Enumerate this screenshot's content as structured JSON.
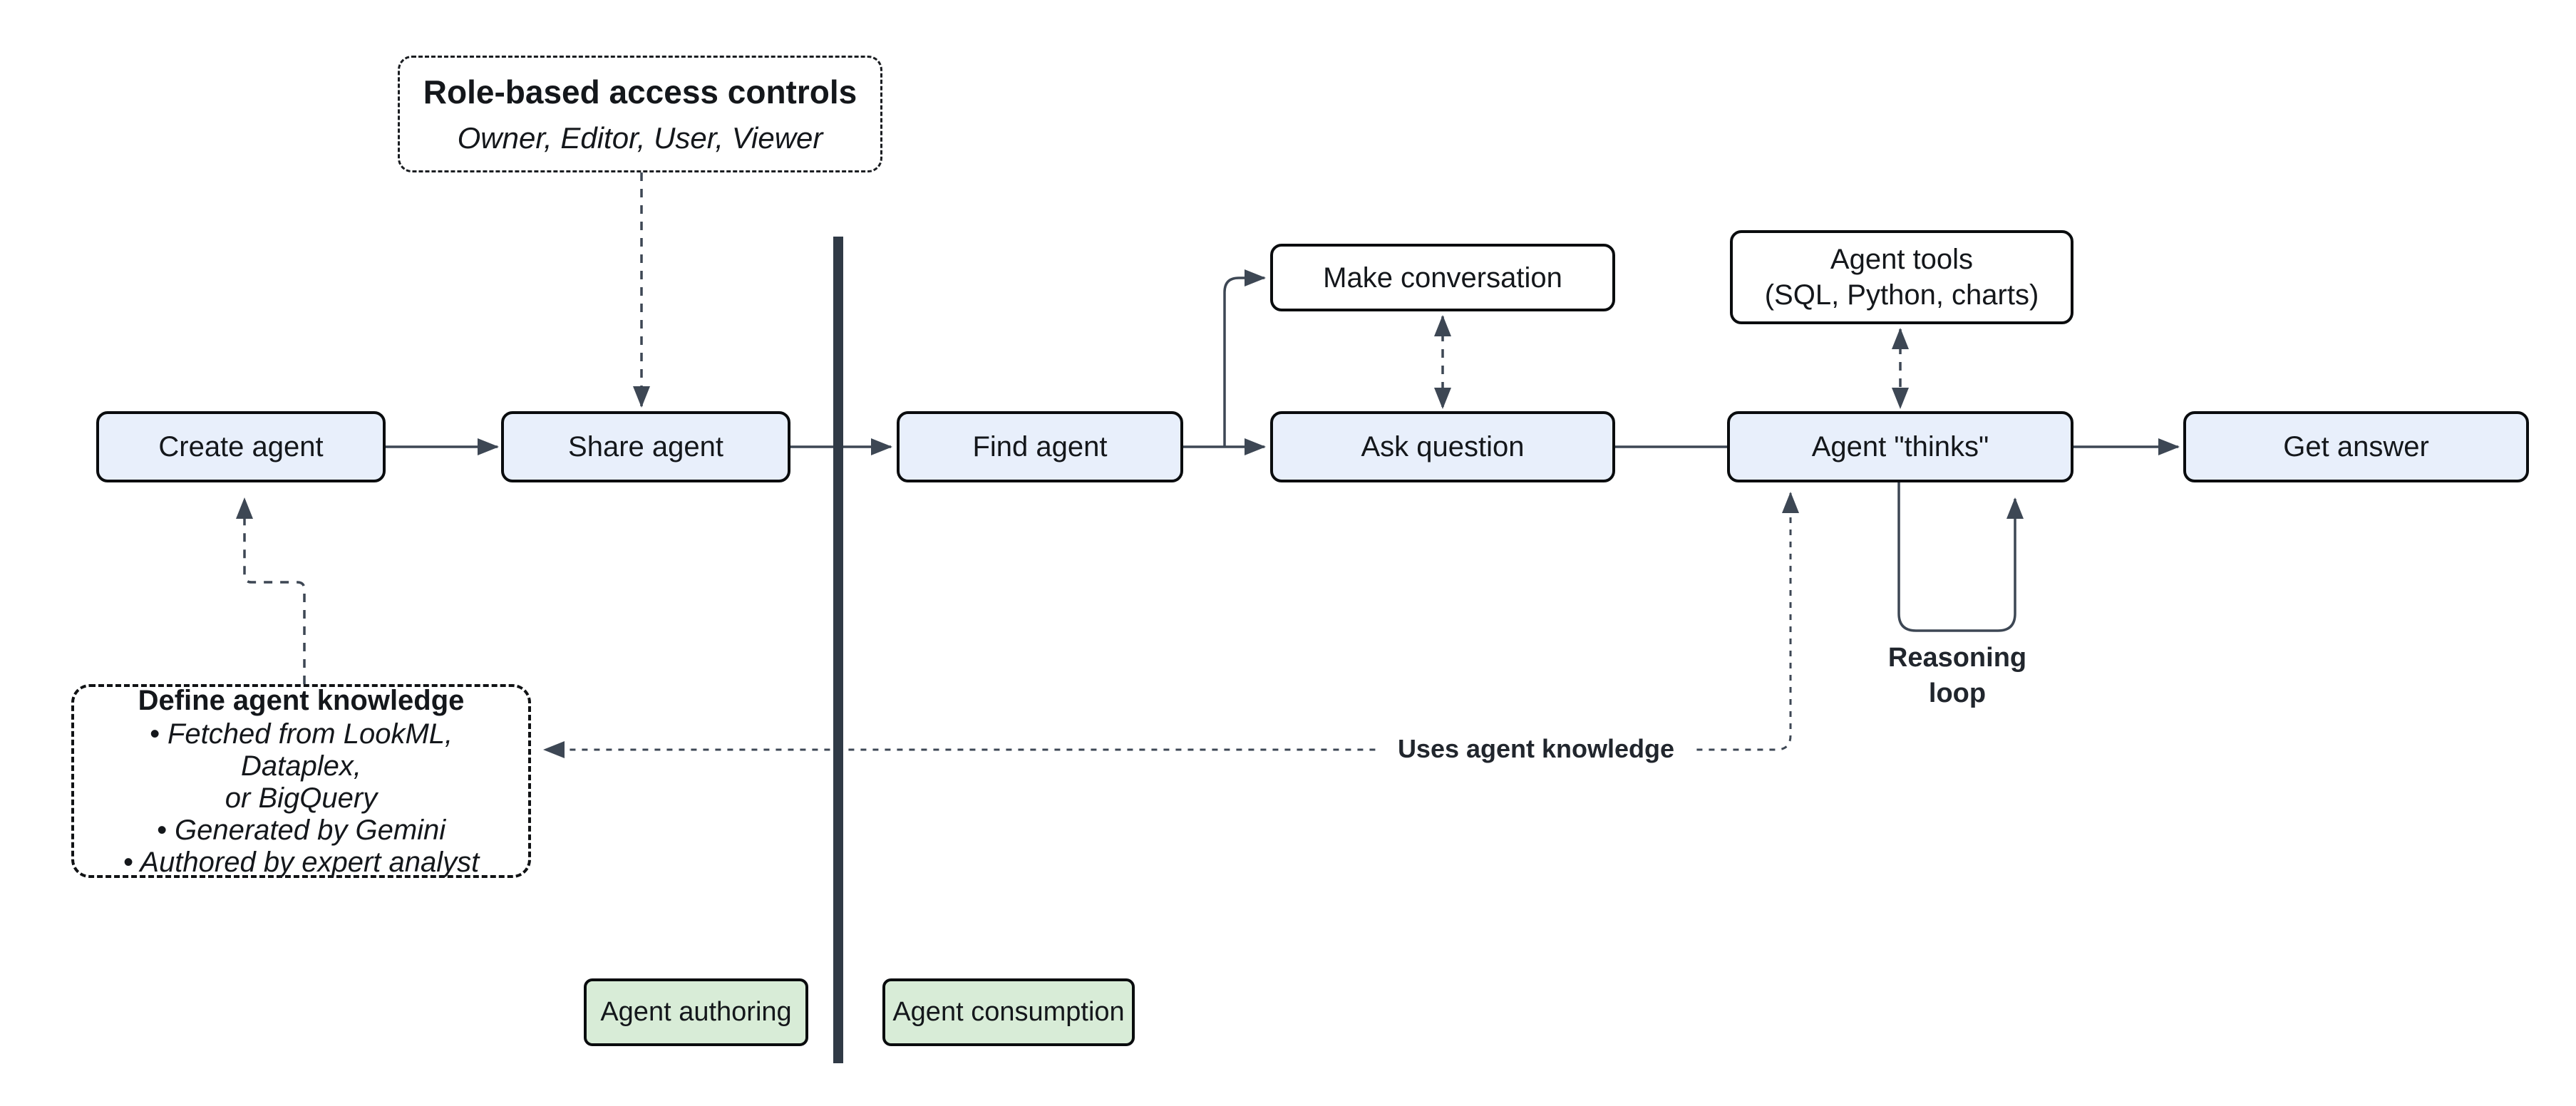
{
  "diagram": {
    "nodes": {
      "create_agent": {
        "label": "Create agent"
      },
      "share_agent": {
        "label": "Share agent"
      },
      "find_agent": {
        "label": "Find agent"
      },
      "ask_question": {
        "label": "Ask question"
      },
      "agent_thinks": {
        "label": "Agent \"thinks\""
      },
      "get_answer": {
        "label": "Get answer"
      },
      "make_conversation": {
        "label": "Make conversation"
      },
      "agent_tools": {
        "line1": "Agent tools",
        "line2": "(SQL, Python, charts)"
      },
      "role_access": {
        "title": "Role-based access controls",
        "subtitle": "Owner, Editor, User, Viewer"
      },
      "define_knowledge": {
        "title": "Define agent knowledge",
        "bullet1_line1": "• Fetched from LookML, Dataplex,",
        "bullet1_line2": "or BigQuery",
        "bullet2": "• Generated by Gemini",
        "bullet3": "• Authored by expert analyst"
      }
    },
    "labels": {
      "uses_agent_knowledge": "Uses agent knowledge",
      "reasoning_loop_line1": "Reasoning",
      "reasoning_loop_line2": "loop",
      "agent_authoring": "Agent authoring",
      "agent_consumption": "Agent consumption"
    },
    "colors": {
      "node_fill_blue": "#e8effb",
      "node_fill_white": "#ffffff",
      "node_fill_green": "#d8ecd7",
      "node_border": "#0a0c0e",
      "connector": "#3d4754",
      "divider": "#303a46",
      "text": "#14171b"
    }
  }
}
